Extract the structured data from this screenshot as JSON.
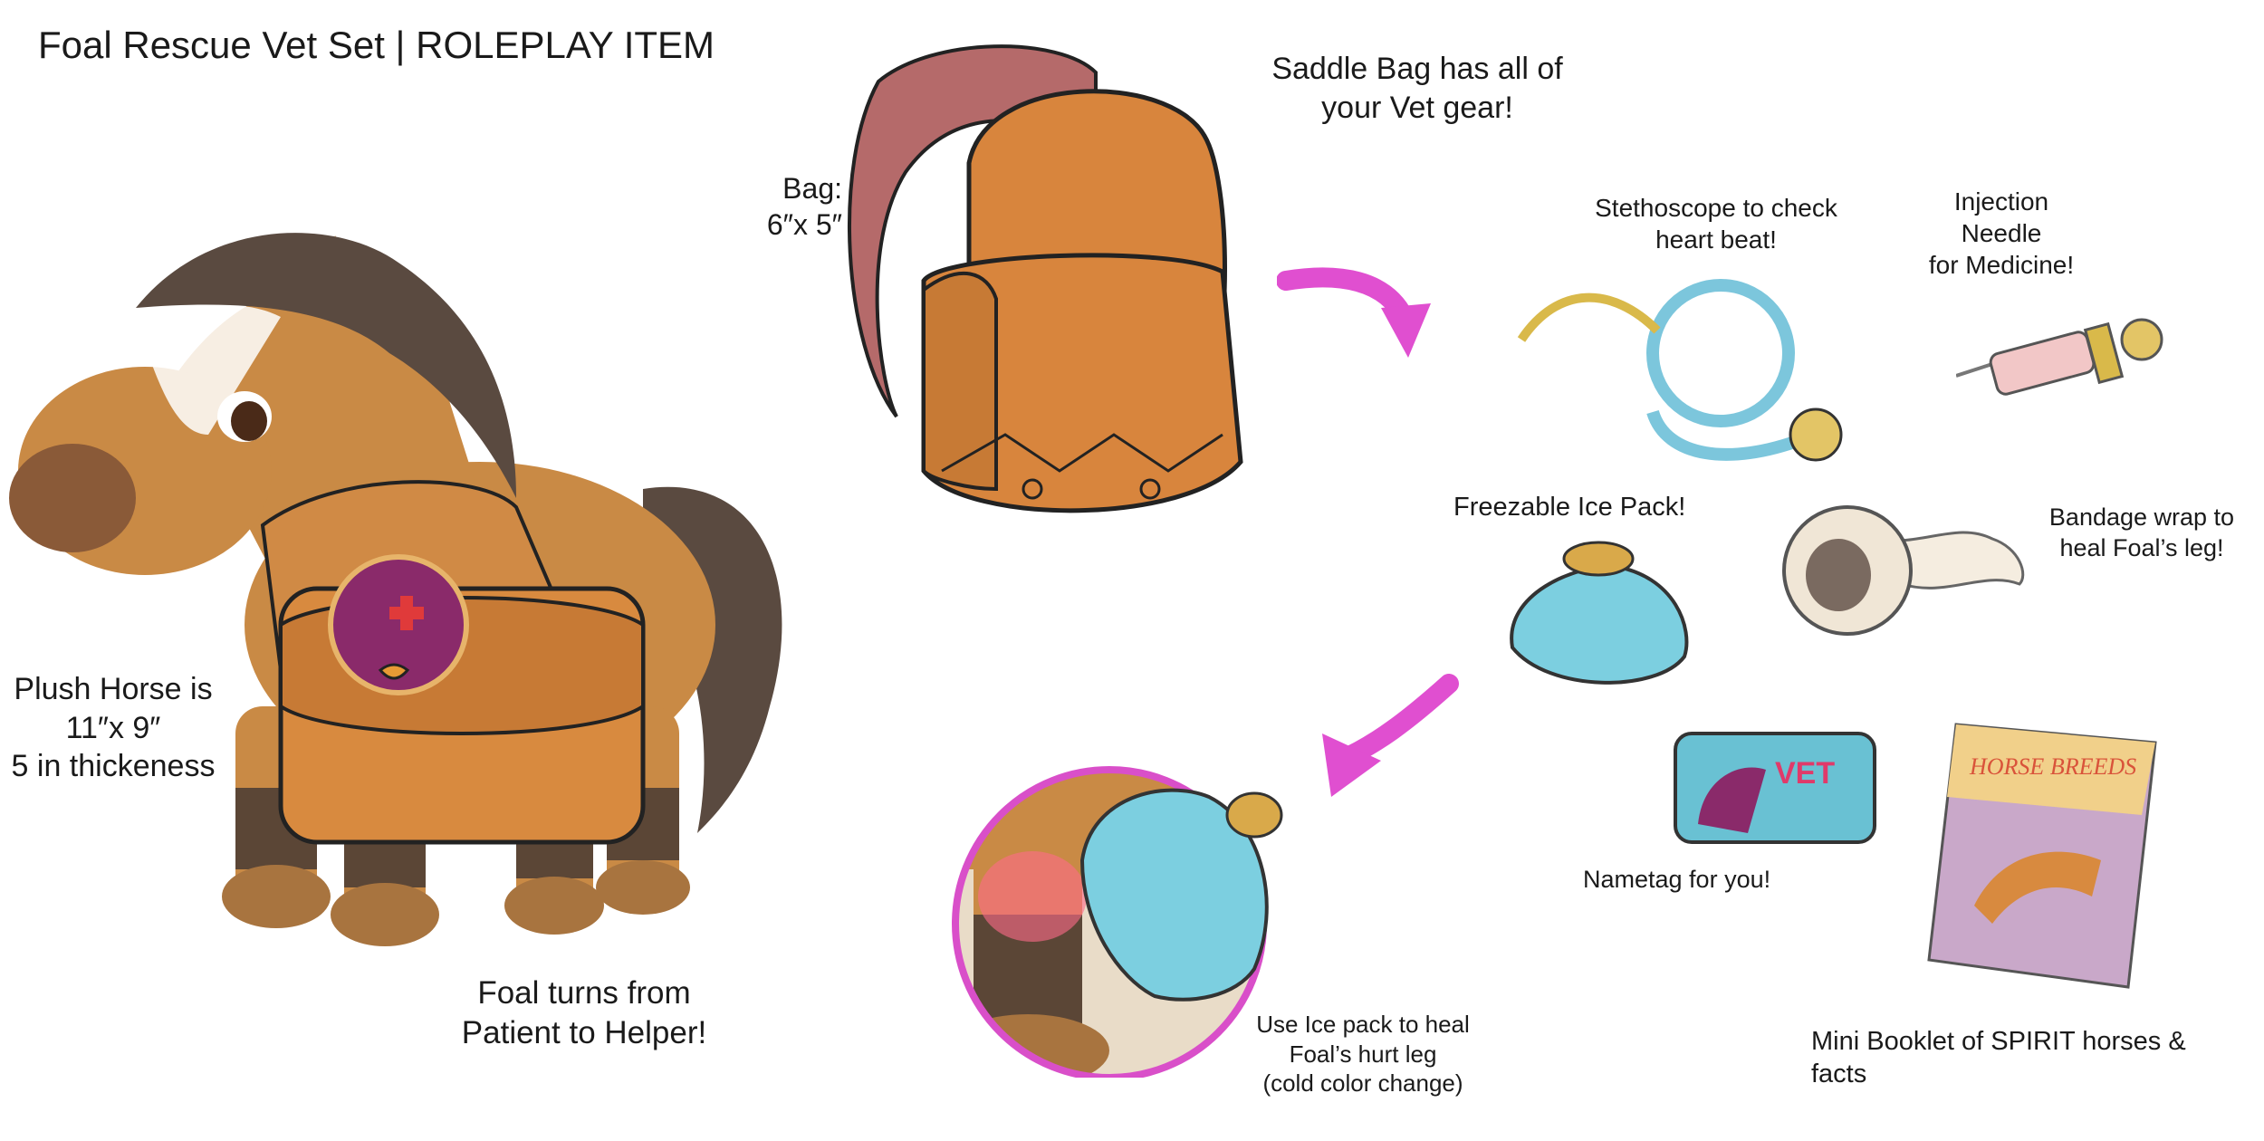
{
  "title": "Foal Rescue Vet Set | ROLEPLAY ITEM",
  "labels": {
    "saddle_bag": "Saddle Bag has all of\nyour Vet gear!",
    "bag_size": "Bag:\n6″x 5″",
    "stethoscope": "Stethoscope to check\nheart beat!",
    "needle": "Injection\nNeedle\nfor Medicine!",
    "ice_pack": "Freezable Ice Pack!",
    "bandage": "Bandage wrap to\nheal Foal’s leg!",
    "plush_size": "Plush Horse is\n11″x 9″\n5 in thickeness",
    "foal_turns": "Foal turns from\nPatient to Helper!",
    "use_ice": "Use Ice pack to heal\nFoal’s hurt leg\n(cold color change)",
    "nametag": "Nametag for you!",
    "booklet": "Mini Booklet of SPIRIT horses & facts"
  },
  "nametag_text": "VET",
  "booklet_text": "HORSE BREEDS",
  "colors": {
    "arrow": "#e04fd0",
    "horse_coat": "#c98a45",
    "mane": "#5a4a40",
    "bag": "#d88a3f",
    "ice_blue": "#7ccfe0",
    "booklet_bg": "#c9a8c9"
  },
  "icons": [
    "plush-horse",
    "saddle-bag",
    "stethoscope",
    "injection-needle",
    "ice-pack",
    "bandage-roll",
    "vet-nametag",
    "spirit-booklet",
    "curved-arrow"
  ]
}
